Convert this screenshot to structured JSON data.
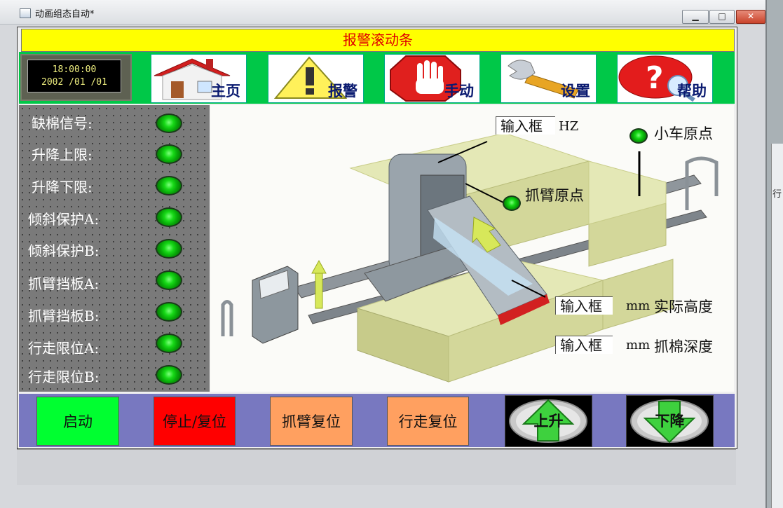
{
  "window": {
    "title": "动画组态自动*",
    "min_glyph": "▁",
    "max_glyph": "□",
    "close_glyph": "✕"
  },
  "alarm_bar": {
    "text": "报警滚动条"
  },
  "clock": {
    "time": "18:00:00",
    "date": "2002  /01  /01"
  },
  "nav": [
    {
      "label": "主页",
      "icon": "home-icon"
    },
    {
      "label": "报警",
      "icon": "warning-icon"
    },
    {
      "label": "手动",
      "icon": "stop-hand-icon"
    },
    {
      "label": "设置",
      "icon": "wrench-icon"
    },
    {
      "label": "帮助",
      "icon": "help-icon"
    }
  ],
  "signals": [
    {
      "label": "缺棉信号:"
    },
    {
      "label": "升降上限:"
    },
    {
      "label": "升降下限:"
    },
    {
      "label": "倾斜保护A:"
    },
    {
      "label": "倾斜保护B:"
    },
    {
      "label": "抓臂挡板A:"
    },
    {
      "label": "抓臂挡板B:"
    },
    {
      "label": "行走限位A:"
    },
    {
      "label": "行走限位B:"
    }
  ],
  "scene": {
    "freq_input": "输入框",
    "freq_unit": "HZ",
    "cart_origin": "小车原点",
    "arm_origin": "抓臂原点",
    "height_input": "输入框",
    "height_unit": "mm",
    "height_label": "实际高度",
    "depth_input": "输入框",
    "depth_unit": "mm",
    "depth_label": "抓棉深度"
  },
  "commands": {
    "start": "启动",
    "stop_reset": "停止/复位",
    "arm_reset": "抓臂复位",
    "walk_reset": "行走复位",
    "up": "上升",
    "down": "下降"
  },
  "side_fragment": {
    "text": "行"
  },
  "colors": {
    "alarm_bg": "#ffff00",
    "alarm_text": "#e00000",
    "nav_bg": "#00c848",
    "led_on": "#17d917",
    "start": "#00ff30",
    "stop": "#ff0000",
    "reset": "#ffa060",
    "bottom_bar": "#7878c0"
  }
}
